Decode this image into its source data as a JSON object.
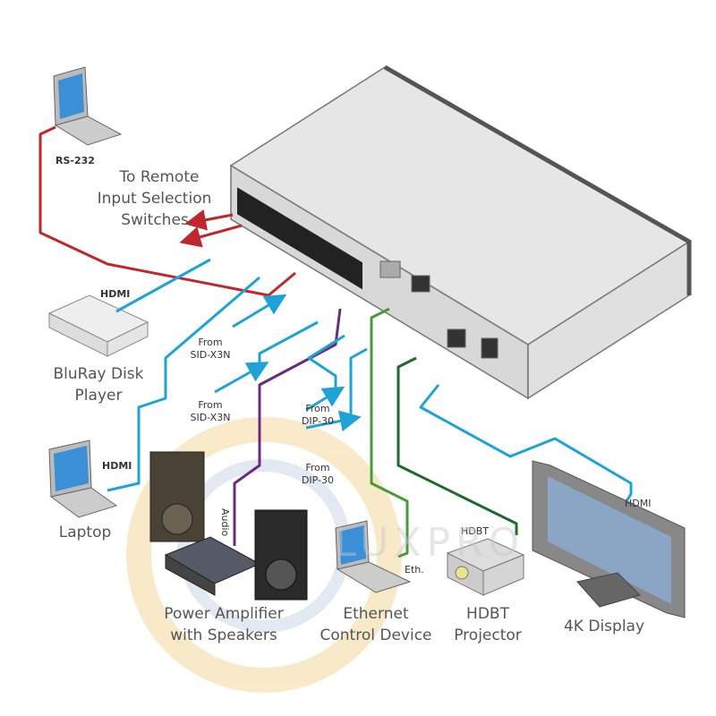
{
  "colors": {
    "hdmi": "#1ea3d6",
    "rs232": "#c0272d",
    "audio": "#6b2c80",
    "ethernet": "#4a9a3a",
    "hdbt": "#1f6b2e",
    "device_body": "#e2e2e2",
    "watermark_outer": "#f8e8c4",
    "watermark_inner": "#d9e3f0"
  },
  "devices": {
    "rs232_laptop": {
      "icon": "laptop-icon"
    },
    "bluray": {
      "label_line1": "BluRay Disk",
      "label_line2": "Player",
      "icon": "bluray-player-icon"
    },
    "laptop": {
      "label": "Laptop",
      "icon": "laptop-icon"
    },
    "amplifier": {
      "label_line1": "Power Amplifier",
      "label_line2": "with Speakers",
      "icon": "speaker-icon"
    },
    "ethernet_device": {
      "label_line1": "Ethernet",
      "label_line2": "Control Device",
      "icon": "laptop-icon"
    },
    "projector": {
      "label_line1": "HDBT",
      "label_line2": "Projector",
      "icon": "projector-icon"
    },
    "display": {
      "label": "4K Display",
      "icon": "display-icon"
    },
    "switcher": {
      "icon": "switcher-unit-icon"
    }
  },
  "annotations": {
    "remote_line1": "To Remote",
    "remote_line2": "Input Selection",
    "remote_line3": "Switches",
    "rs232": "RS-232",
    "hdmi_bluray": "HDMI",
    "hdmi_laptop": "HDMI",
    "hdmi_display": "HDMI",
    "from1_a": "From",
    "from1_b": "SID-X3N",
    "from2_a": "From",
    "from2_b": "SID-X3N",
    "from3_a": "From",
    "from3_b": "DIP-30",
    "from4_a": "From",
    "from4_b": "DIP-30",
    "audio": "Audio",
    "eth": "Eth.",
    "hdbt": "HDBT"
  },
  "watermark": {
    "text": "LUXPRO"
  }
}
